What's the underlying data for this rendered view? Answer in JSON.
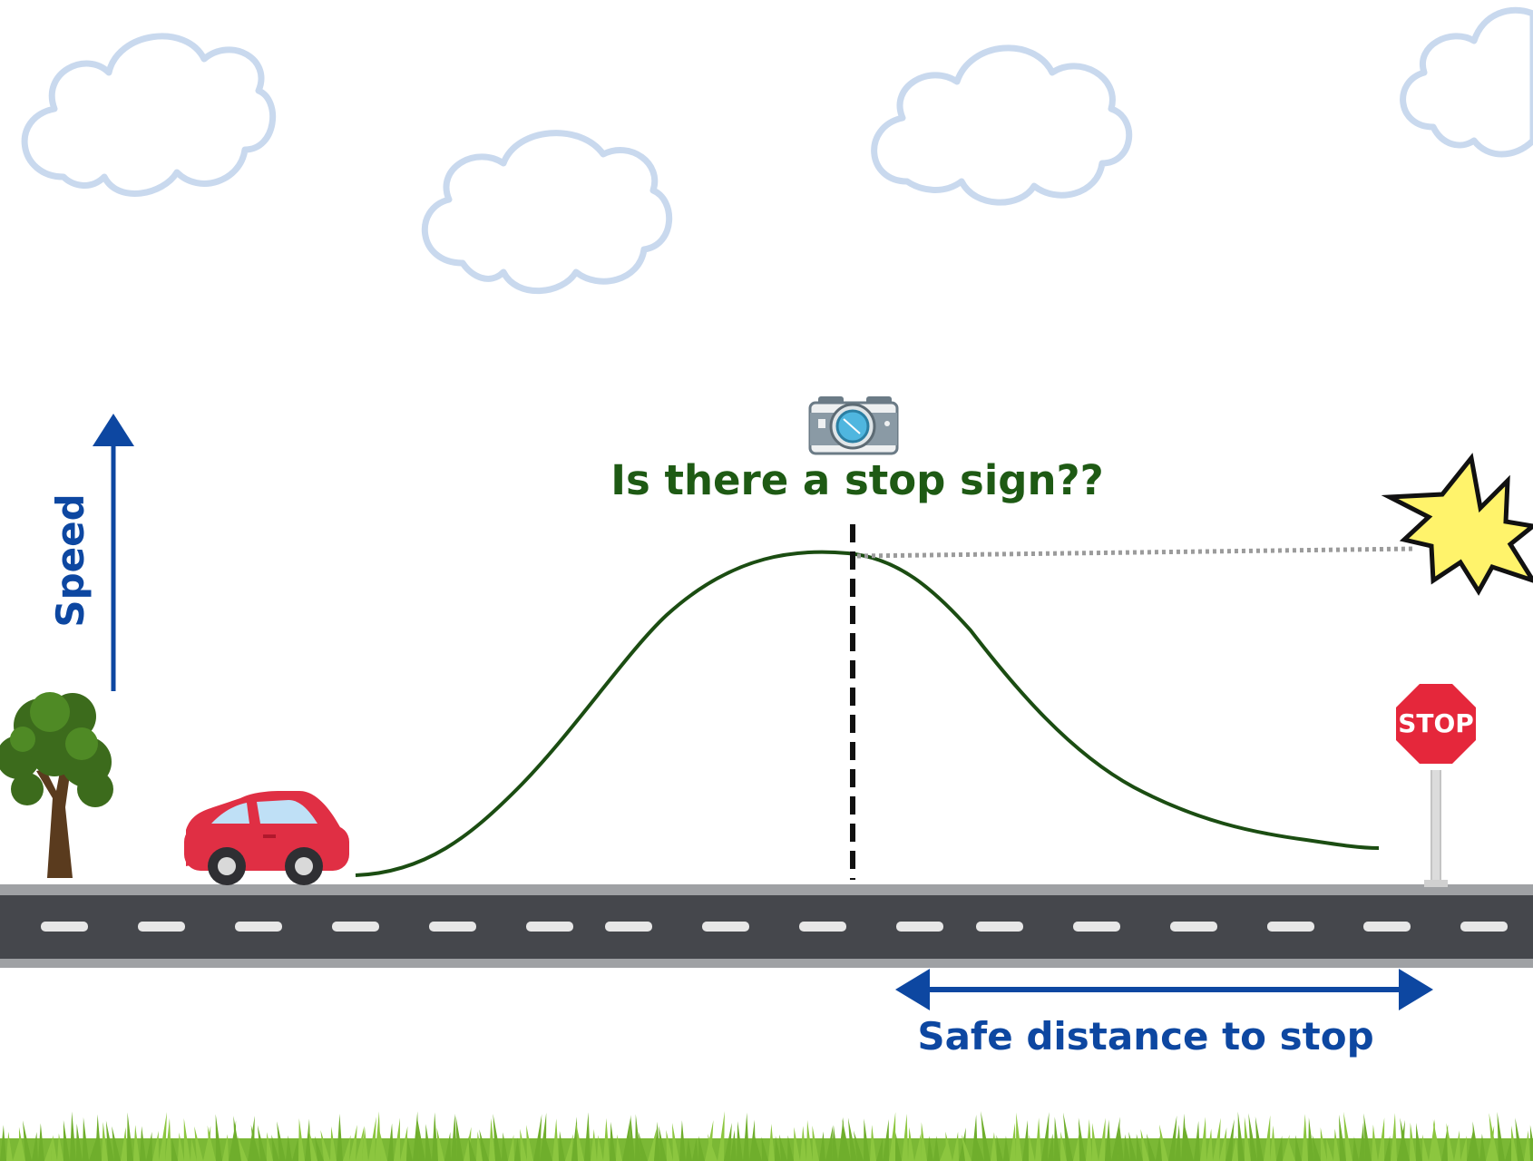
{
  "labels": {
    "question": "Is there a stop sign??",
    "speed_axis": "Speed",
    "distance": "Safe distance to stop",
    "stop_sign": "STOP"
  },
  "icons": {
    "camera": "camera-icon",
    "car": "red-car",
    "tree": "tree",
    "stop_sign": "stop-sign",
    "crash": "crash-burst"
  },
  "colors": {
    "sky_cloud": "#c9d9ee",
    "curve": "#1b4d12",
    "question_text": "#1e5a14",
    "blue_label": "#0d47a1",
    "road": "#45474c",
    "road_edge": "#9fa1a4",
    "lane_mark": "#e7e7e7",
    "car_body": "#e02f44",
    "stop_red": "#e5273b",
    "burst": "#fff36b",
    "grass": "#8cc63f"
  }
}
